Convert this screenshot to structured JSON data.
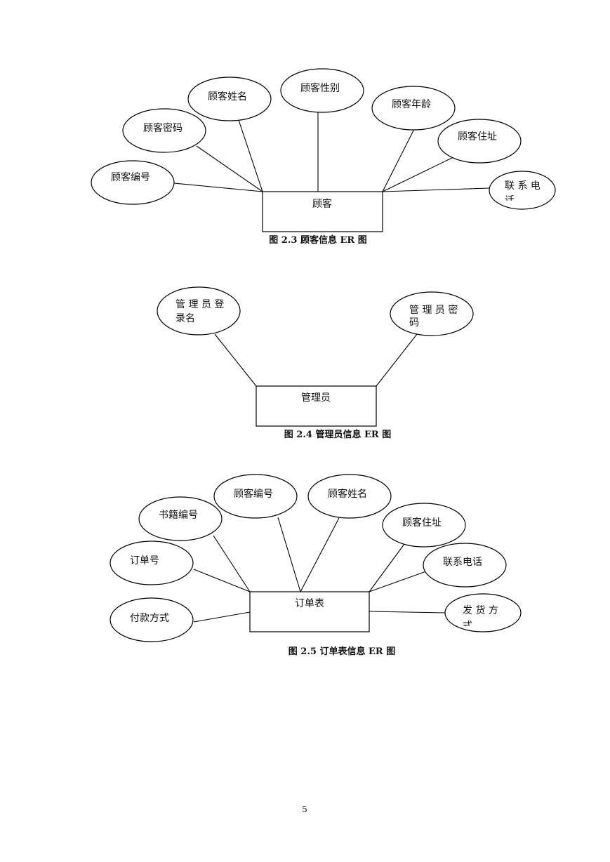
{
  "diagram1": {
    "entity": "顾客",
    "attributes": [
      "顾客编号",
      "顾客密码",
      "顾客姓名",
      "顾客性别",
      "顾客年龄",
      "顾客住址",
      "联 系 电",
      "话"
    ],
    "caption": "图 2.3  顾客信息 ER 图"
  },
  "diagram2": {
    "entity": "管理员",
    "attributes": [
      "管 理 员 登",
      "录名",
      "管 理 员 密",
      "码"
    ],
    "caption": "图 2.4  管理员信息 ER 图"
  },
  "diagram3": {
    "entity": "订单表",
    "attributes": [
      "书籍编号",
      "顾客编号",
      "顾客姓名",
      "顾客住址",
      "订单号",
      "联系电话",
      "付款方式",
      "发 货 方",
      "式"
    ],
    "caption": "图 2.5 订单表信息 ER 图"
  },
  "page_number": "5"
}
